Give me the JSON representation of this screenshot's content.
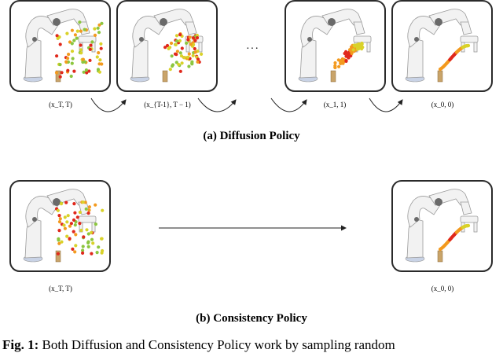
{
  "diffusion": {
    "panels": [
      {
        "label": "(x_T, T)",
        "noise": 1.0
      },
      {
        "label": "(x_{T-1}, T − 1)",
        "noise": 0.55
      },
      {
        "label": "(x_1, 1)",
        "noise": 0.12
      },
      {
        "label": "(x_0, 0)",
        "noise": 0.0
      }
    ],
    "ellipsis": "···",
    "caption": "(a) Diffusion Policy"
  },
  "consistency": {
    "panels": [
      {
        "label": "(x_T, T)",
        "noise": 1.0
      },
      {
        "label": "(x_0, 0)",
        "noise": 0.0
      }
    ],
    "caption": "(b) Consistency Policy"
  },
  "figure_caption": {
    "lead": "Fig. 1:",
    "text": " Both Diffusion and Consistency Policy work by sampling random"
  },
  "colors": {
    "panel_border": "#2a2a2a",
    "robot_body": "#f2f2f2",
    "robot_edge": "#9a9a9a",
    "robot_base": "#c9d3e6",
    "dot_red": "#e0281c",
    "dot_orange": "#f39a1f",
    "dot_yellow": "#d9d22a",
    "dot_green": "#8cc63f",
    "block": "#c9a46a"
  }
}
